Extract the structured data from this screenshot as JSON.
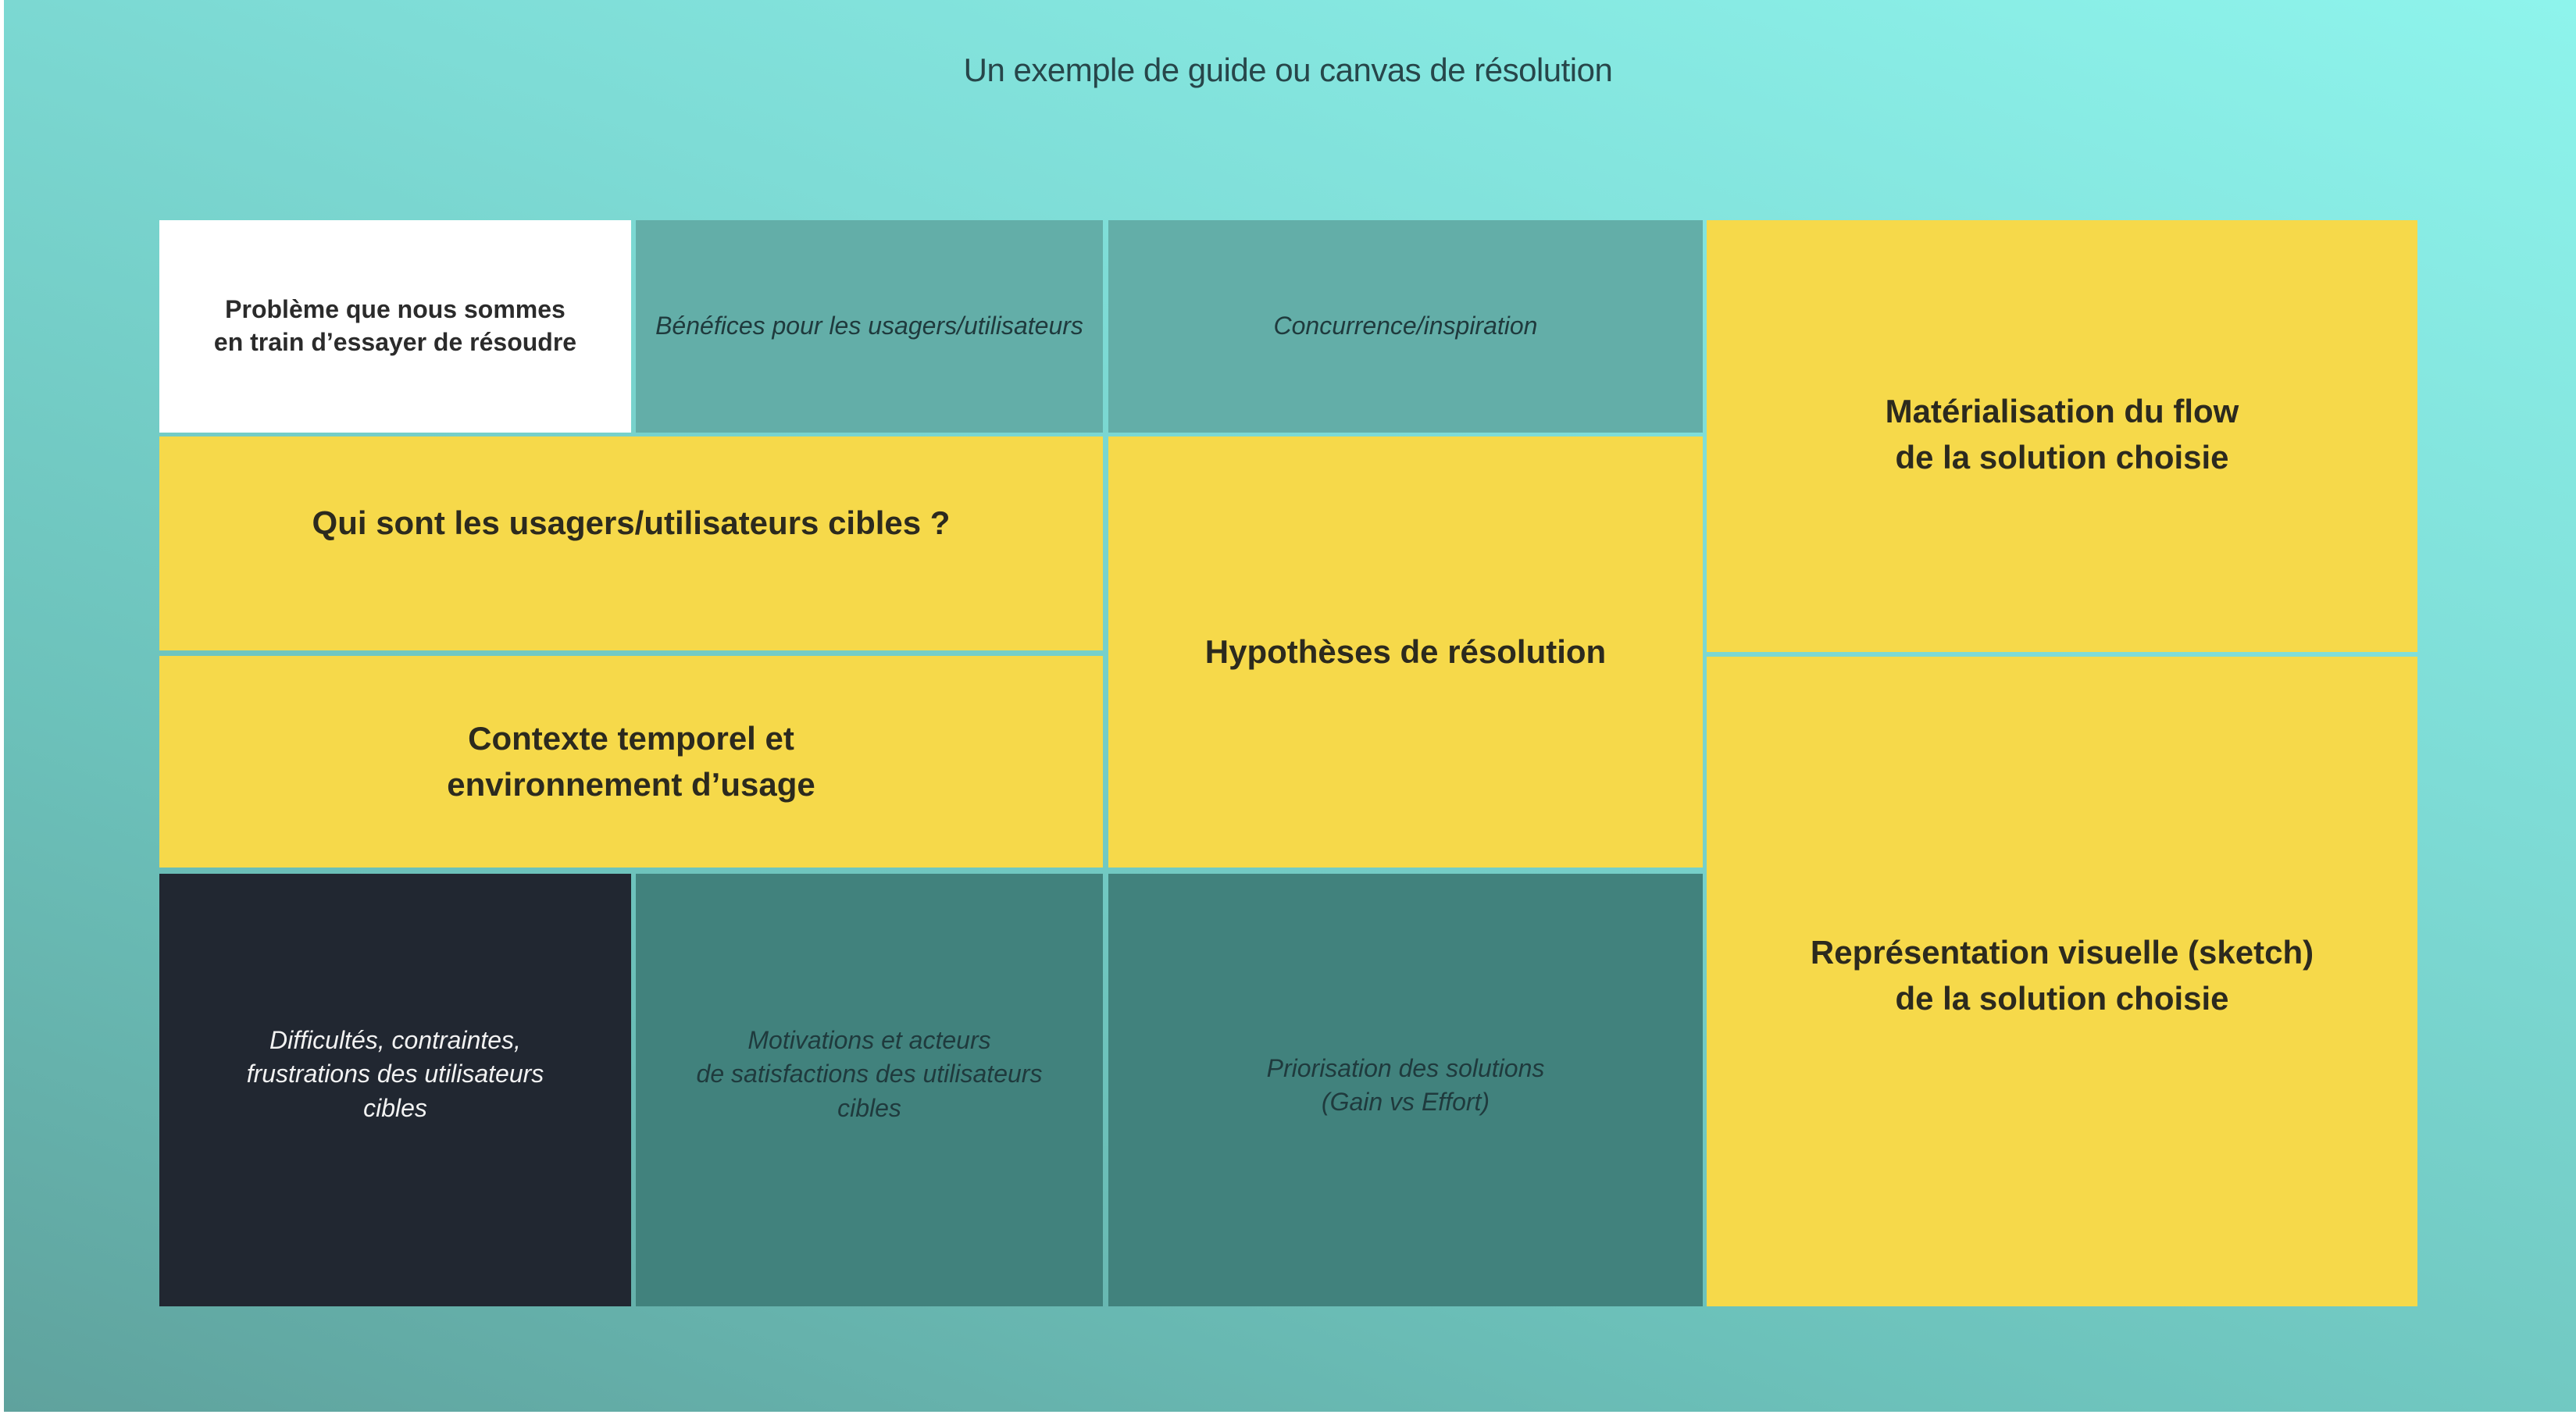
{
  "title": "Un exemple de guide ou canvas de résolution",
  "colors": {
    "background_gradient": [
      "#8ef4ec",
      "#5fa29d"
    ],
    "yellow": "#f6d94a",
    "teal_light": "#63aea8",
    "teal_dark": "#41827d",
    "dark": "#212731",
    "white": "#ffffff"
  },
  "canvas": {
    "problem": "Problème que nous sommes\nen train d’essayer de résoudre",
    "benefits": "Bénéfices pour les usagers/utilisateurs",
    "competition": "Concurrence/inspiration",
    "target_users": "Qui sont les usagers/utilisateurs cibles ?",
    "context": "Contexte temporel et\nenvironnement d’usage",
    "hypotheses": "Hypothèses de résolution",
    "flow": "Matérialisation du flow\nde la solution choisie",
    "sketch": "Représentation visuelle (sketch)\nde la solution choisie",
    "difficulties": "Difficultés, contraintes,\nfrustrations des utilisateurs\ncibles",
    "motivations": "Motivations et acteurs\nde satisfactions des utilisateurs\ncibles",
    "prioritization": "Priorisation des solutions\n(Gain vs Effort)"
  }
}
